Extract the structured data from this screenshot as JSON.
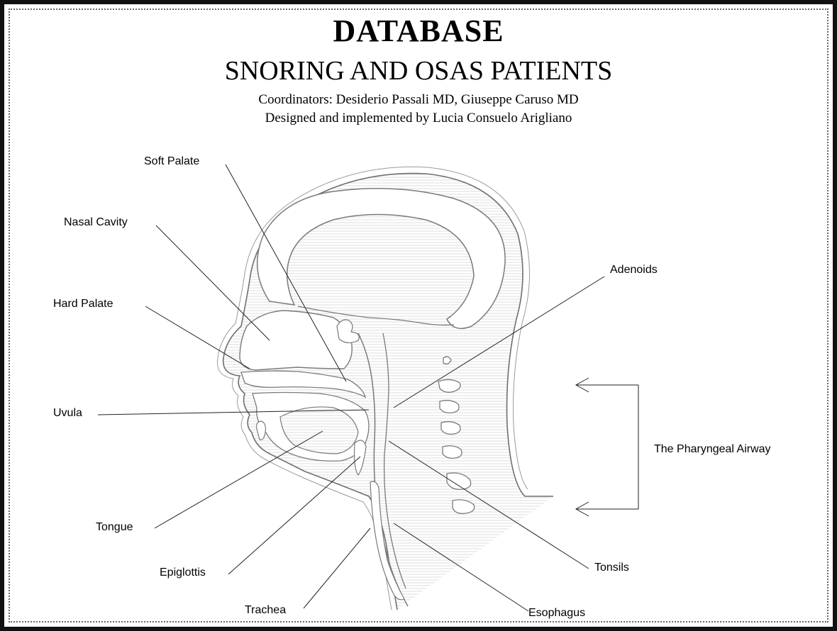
{
  "header": {
    "title": "DATABASE",
    "subtitle": "SNORING AND OSAS PATIENTS",
    "coordinators": "Coordinators: Desiderio Passali MD, Giuseppe Caruso MD",
    "designed_by": "Designed and implemented by Lucia Consuelo Arigliano"
  },
  "labels": {
    "soft_palate": "Soft Palate",
    "nasal_cavity": "Nasal Cavity",
    "hard_palate": "Hard Palate",
    "uvula": "Uvula",
    "tongue": "Tongue",
    "epiglottis": "Epiglottis",
    "trachea": "Trachea",
    "esophagus": "Esophagus",
    "tonsils": "Tonsils",
    "adenoids": "Adenoids",
    "pharyngeal_airway": "The Pharyngeal Airway"
  },
  "colors": {
    "ink": "#000000",
    "outline": "#7a7a7a",
    "hatch": "#d8d8d8",
    "border": "#111111"
  }
}
